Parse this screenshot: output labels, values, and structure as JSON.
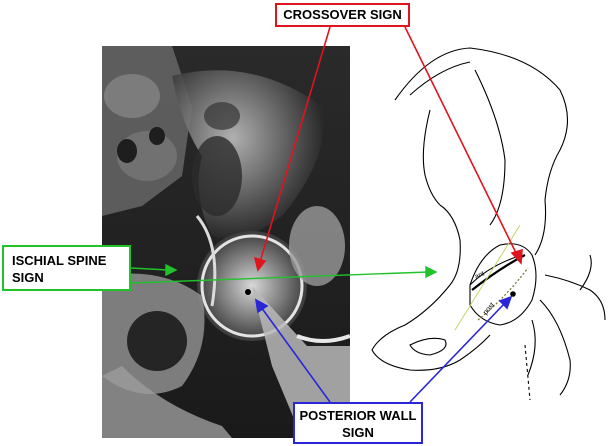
{
  "labels": {
    "crossover": "CROSSOVER SIGN",
    "ischial_line1": "ISCHIAL SPINE",
    "ischial_line2": "SIGN",
    "posterior_line1": "POSTERIOR WALL",
    "posterior_line2": "SIGN"
  },
  "drawing_text": {
    "ant": "ant",
    "post": "post"
  },
  "colors": {
    "crossover": "#e0141c",
    "ischial": "#22c22a",
    "posterior": "#2a27d6"
  }
}
